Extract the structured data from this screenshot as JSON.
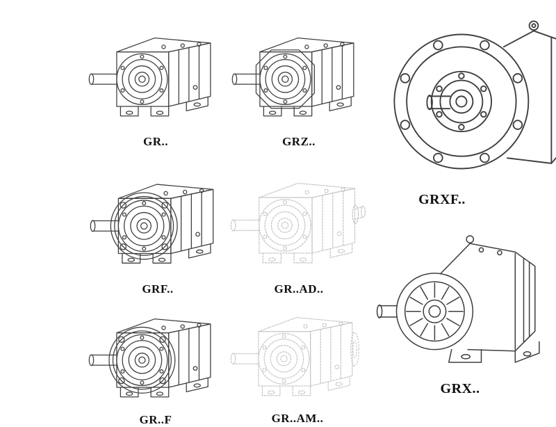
{
  "page": {
    "background": "#ffffff"
  },
  "colors": {
    "line": "#3f3f3f",
    "phantom": "#c8c8c8",
    "label": "#101010"
  },
  "figures": [
    {
      "id": "gr",
      "label": "GR..",
      "style": "solid",
      "description": "foot-mounted helical gear unit"
    },
    {
      "id": "grz",
      "label": "GRZ..",
      "style": "solid",
      "description": "foot-mounted helical gear unit, Z housing"
    },
    {
      "id": "grxf",
      "label": "GRXF..",
      "style": "solid",
      "description": "flange-mounted helical gear unit, large B5 flange"
    },
    {
      "id": "grf",
      "label": "GRF..",
      "style": "solid",
      "description": "flange-mounted helical gear unit"
    },
    {
      "id": "grad",
      "label": "GR..AD..",
      "style": "phantom",
      "description": "helical gear unit with input shaft adapter"
    },
    {
      "id": "grffoot",
      "label": "GR..F",
      "style": "solid",
      "description": "foot and flange mounted helical gear unit"
    },
    {
      "id": "gram",
      "label": "GR..AM..",
      "style": "phantom",
      "description": "helical gear unit with motor adapter flange"
    },
    {
      "id": "grx",
      "label": "GRX..",
      "style": "solid",
      "description": "foot-mounted helical gear unit, X housing"
    }
  ]
}
